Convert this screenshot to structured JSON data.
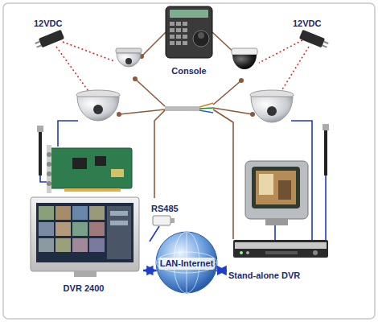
{
  "diagram": {
    "nodes": [
      {
        "text": [
          "Console"
        ]
      },
      {
        "text": [
          "DVR 2400"
        ]
      },
      {
        "text": [
          "LAN-Internet"
        ]
      },
      {
        "text": [
          "Stand-alone DVR"
        ]
      }
    ],
    "edges": [
      {
        "from": 1,
        "to": 2,
        "arrow": "both"
      },
      {
        "from": 2,
        "to": 3,
        "arrow": "both"
      }
    ],
    "labels": [
      "12VDC",
      "12VDC",
      "RS485"
    ]
  }
}
